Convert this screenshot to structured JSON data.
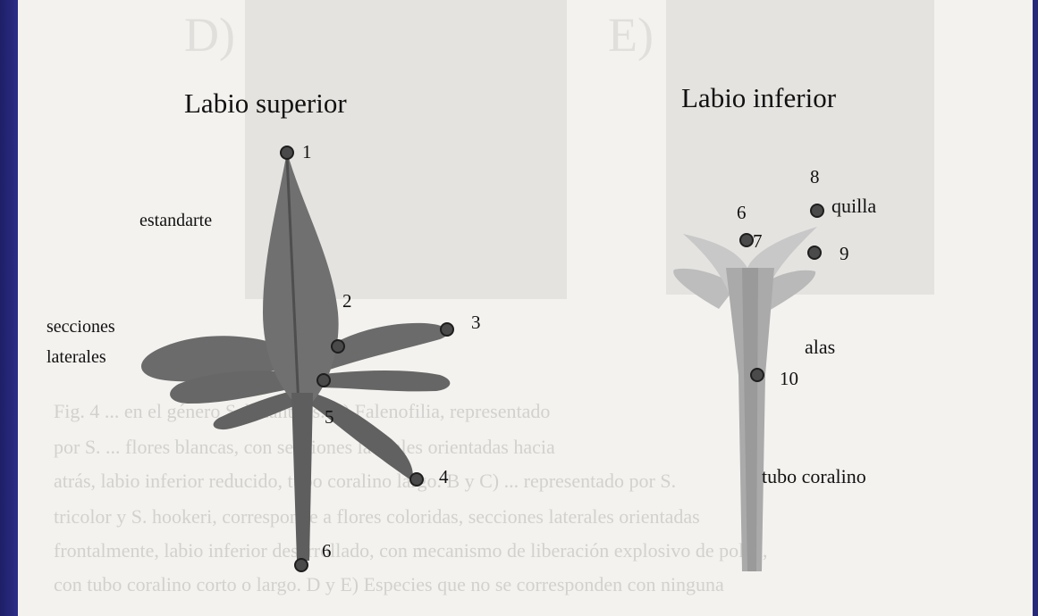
{
  "diagram": {
    "upper_lip": {
      "title": "Labio superior",
      "terms": {
        "standard": "estandarte",
        "lateral_sections": "secciones\nlaterales"
      },
      "points": [
        "1",
        "2",
        "3",
        "4",
        "5",
        "6"
      ]
    },
    "lower_lip": {
      "title": "Labio inferior",
      "terms": {
        "keel": "quilla",
        "wings": "alas",
        "corolla_tube": "tubo coralino"
      },
      "points": [
        "6",
        "7",
        "8",
        "9",
        "10"
      ]
    },
    "background_faded": {
      "letters": [
        "D)",
        "E)"
      ],
      "caption_lines": [
        "Fig. 4 ... en el género Schizanthus. A) Falenofilia, representado",
        "por S. ... flores blancas, con secciones laterales orientadas hacia",
        "atrás, labio inferior reducido, tubo coralino largo. B y C) ... representado por S.",
        "tricolor y S. hookeri, corresponde a flores coloridas, secciones laterales orientadas",
        "frontalmente, labio inferior desarrollado, con mecanismo de liberación explosivo de polen,",
        "con tubo coralino corto o largo. D y E) Especies que no se corresponden con ninguna"
      ]
    },
    "colors": {
      "slide_background": "#27287a",
      "page": "#f3f2ef",
      "upper_petals": "#6a6a6a",
      "lower_petals": "#b8b8b8",
      "marker": "#4a4a4a"
    }
  }
}
